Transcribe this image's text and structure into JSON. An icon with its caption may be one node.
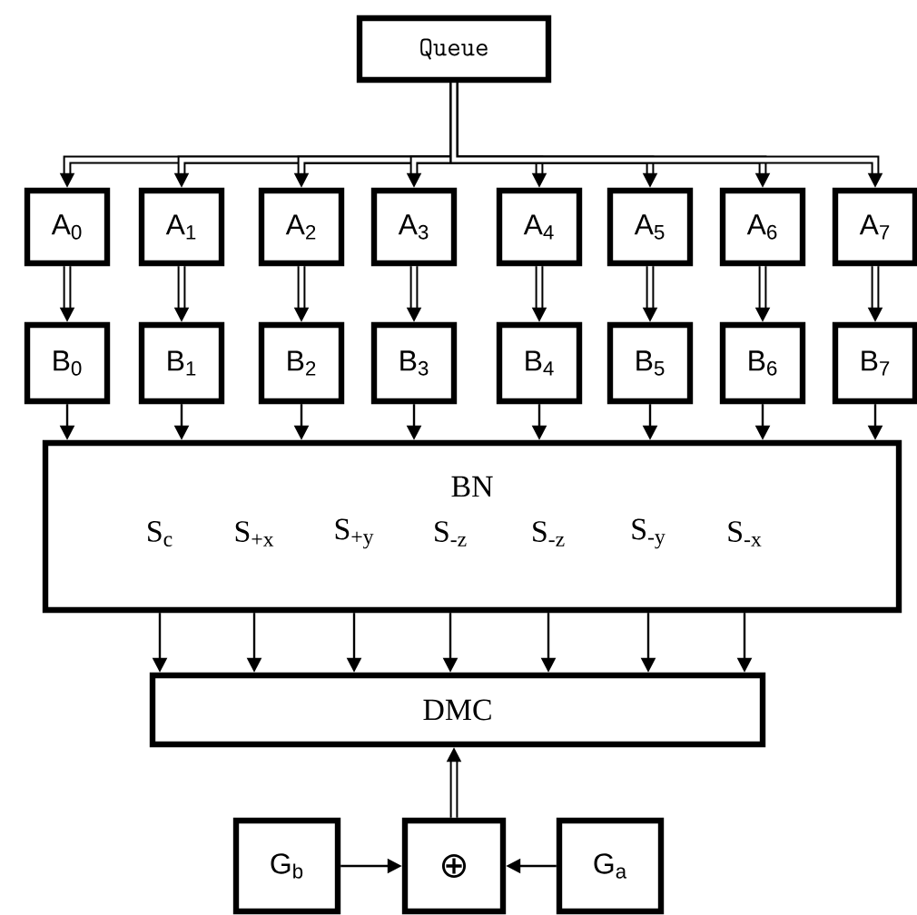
{
  "diagram": {
    "nodes": [
      {
        "text": [
          "Queue"
        ]
      },
      {
        "text": [
          "A$_{0}$"
        ]
      },
      {
        "text": [
          "A$_{1}$"
        ]
      },
      {
        "text": [
          "A$_{2}$"
        ]
      },
      {
        "text": [
          "A$_{3}$"
        ]
      },
      {
        "text": [
          "A$_{4}$"
        ]
      },
      {
        "text": [
          "A$_{5}$"
        ]
      },
      {
        "text": [
          "A$_{6}$"
        ]
      },
      {
        "text": [
          "A$_{7}$"
        ]
      },
      {
        "text": [
          "B$_{0}$"
        ]
      },
      {
        "text": [
          "B$_{1}$"
        ]
      },
      {
        "text": [
          "B$_{2}$"
        ]
      },
      {
        "text": [
          "B$_{3}$"
        ]
      },
      {
        "text": [
          "B$_{4}$"
        ]
      },
      {
        "text": [
          "B$_{5}$"
        ]
      },
      {
        "text": [
          "B$_{6}$"
        ]
      },
      {
        "text": [
          "B$_{7}$"
        ]
      },
      {
        "text": [
          "BN",
          "S$_{c}$",
          "S$_{+x}$",
          "S$_{+y}$",
          "S$_{-z}$",
          "S$_{-z}$",
          "S$_{-y}$",
          "S$_{-x}$"
        ]
      },
      {
        "text": [
          "DMC"
        ]
      },
      {
        "text": [
          "⊕"
        ]
      },
      {
        "text": [
          "G$_{b}$"
        ]
      },
      {
        "text": [
          "G$_{a}$"
        ]
      }
    ],
    "edges": [
      {
        "from": 0,
        "to": 1,
        "arrow": "to",
        "style": "thick"
      },
      {
        "from": 0,
        "to": 2,
        "arrow": "to",
        "style": "thick"
      },
      {
        "from": 0,
        "to": 3,
        "arrow": "to",
        "style": "thick"
      },
      {
        "from": 0,
        "to": 4,
        "arrow": "to",
        "style": "thick"
      },
      {
        "from": 0,
        "to": 5,
        "arrow": "to",
        "style": "thick"
      },
      {
        "from": 0,
        "to": 6,
        "arrow": "to",
        "style": "thick"
      },
      {
        "from": 0,
        "to": 7,
        "arrow": "to",
        "style": "thick"
      },
      {
        "from": 0,
        "to": 8,
        "arrow": "to",
        "style": "thick"
      },
      {
        "from": 1,
        "to": 9,
        "arrow": "to",
        "style": "thick"
      },
      {
        "from": 2,
        "to": 10,
        "arrow": "to",
        "style": "thick"
      },
      {
        "from": 3,
        "to": 11,
        "arrow": "to",
        "style": "thick"
      },
      {
        "from": 4,
        "to": 12,
        "arrow": "to",
        "style": "thick"
      },
      {
        "from": 5,
        "to": 13,
        "arrow": "to",
        "style": "thick"
      },
      {
        "from": 6,
        "to": 14,
        "arrow": "to",
        "style": "thick"
      },
      {
        "from": 7,
        "to": 15,
        "arrow": "to",
        "style": "thick"
      },
      {
        "from": 8,
        "to": 16,
        "arrow": "to",
        "style": "thick"
      },
      {
        "from": 9,
        "to": 17,
        "arrow": "to"
      },
      {
        "from": 10,
        "to": 17,
        "arrow": "to"
      },
      {
        "from": 11,
        "to": 17,
        "arrow": "to"
      },
      {
        "from": 12,
        "to": 17,
        "arrow": "to"
      },
      {
        "from": 13,
        "to": 17,
        "arrow": "to"
      },
      {
        "from": 14,
        "to": 17,
        "arrow": "to"
      },
      {
        "from": 15,
        "to": 17,
        "arrow": "to"
      },
      {
        "from": 16,
        "to": 17,
        "arrow": "to"
      },
      {
        "from": 17,
        "to": 18,
        "arrow": "to"
      },
      {
        "from": 17,
        "to": 18,
        "arrow": "to"
      },
      {
        "from": 17,
        "to": 18,
        "arrow": "to"
      },
      {
        "from": 17,
        "to": 18,
        "arrow": "to"
      },
      {
        "from": 17,
        "to": 18,
        "arrow": "to"
      },
      {
        "from": 17,
        "to": 18,
        "arrow": "to"
      },
      {
        "from": 17,
        "to": 18,
        "arrow": "to"
      },
      {
        "from": 19,
        "to": 18,
        "arrow": "to",
        "style": "thick"
      },
      {
        "from": 20,
        "to": 19,
        "arrow": "to"
      },
      {
        "from": 21,
        "to": 19,
        "arrow": "to"
      }
    ]
  }
}
